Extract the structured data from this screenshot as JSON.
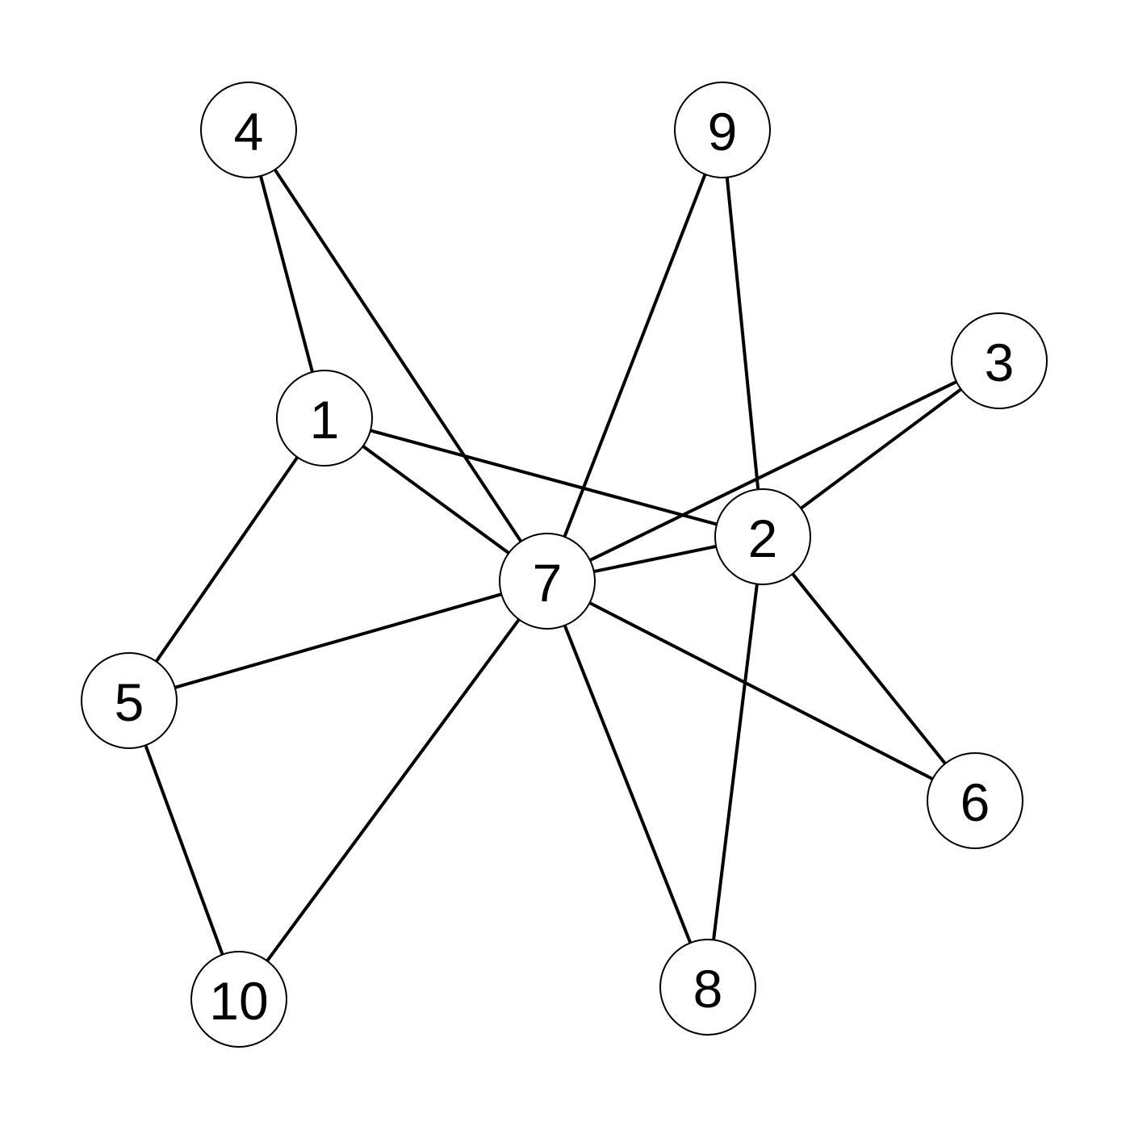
{
  "graph": {
    "nodes": [
      {
        "id": "1",
        "label": "1"
      },
      {
        "id": "2",
        "label": "2"
      },
      {
        "id": "3",
        "label": "3"
      },
      {
        "id": "4",
        "label": "4"
      },
      {
        "id": "5",
        "label": "5"
      },
      {
        "id": "6",
        "label": "6"
      },
      {
        "id": "7",
        "label": "7"
      },
      {
        "id": "8",
        "label": "8"
      },
      {
        "id": "9",
        "label": "9"
      },
      {
        "id": "10",
        "label": "10"
      }
    ],
    "edges": [
      [
        "4",
        "1"
      ],
      [
        "4",
        "7"
      ],
      [
        "9",
        "7"
      ],
      [
        "9",
        "2"
      ],
      [
        "3",
        "7"
      ],
      [
        "3",
        "2"
      ],
      [
        "1",
        "2"
      ],
      [
        "1",
        "7"
      ],
      [
        "1",
        "5"
      ],
      [
        "7",
        "2"
      ],
      [
        "5",
        "7"
      ],
      [
        "5",
        "10"
      ],
      [
        "7",
        "10"
      ],
      [
        "7",
        "8"
      ],
      [
        "7",
        "6"
      ],
      [
        "2",
        "8"
      ],
      [
        "2",
        "6"
      ]
    ],
    "colors": {
      "stroke": "#000000",
      "node_fill": "#ffffff",
      "background": "#ffffff"
    }
  }
}
